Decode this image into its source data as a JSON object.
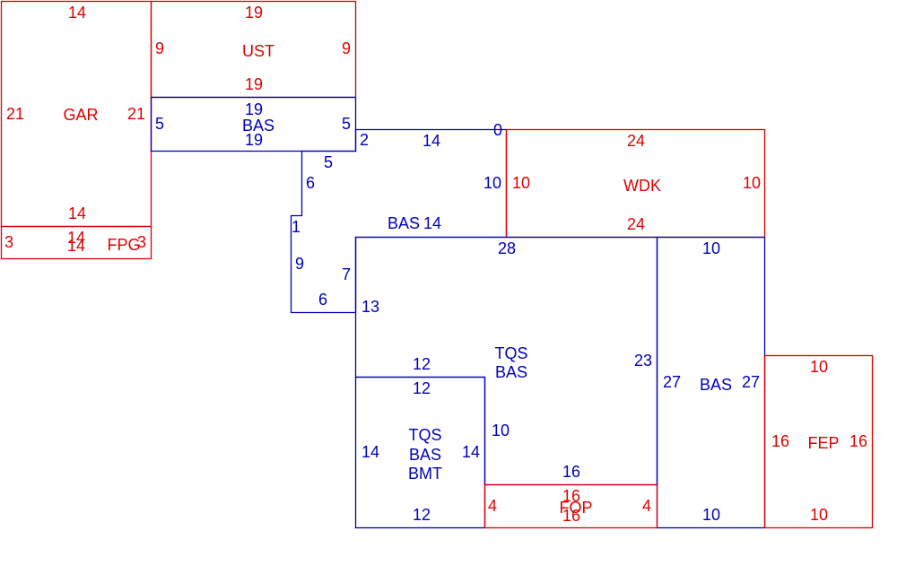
{
  "colors": {
    "red": "#dd0000",
    "blue": "#0000bb"
  },
  "areas": [
    {
      "id": "gar",
      "color": "red",
      "labels": [
        "GAR"
      ],
      "dims": [
        "14",
        "21",
        "21",
        "14"
      ]
    },
    {
      "id": "ust",
      "color": "red",
      "labels": [
        "UST"
      ],
      "dims": [
        "19",
        "9",
        "9",
        "19"
      ]
    },
    {
      "id": "fpg",
      "color": "red",
      "labels": [
        "FPG"
      ],
      "dims": [
        "3",
        "14",
        "14",
        "3"
      ]
    },
    {
      "id": "bas-top",
      "color": "blue",
      "labels": [
        "BAS"
      ],
      "dims": [
        "19",
        "5",
        "5",
        "19"
      ]
    },
    {
      "id": "bas-main",
      "color": "blue",
      "labels": [
        "BAS"
      ],
      "dims": [
        "2",
        "14",
        "0",
        "10",
        "5",
        "6",
        "1",
        "9",
        "7",
        "6",
        "13",
        "14",
        "28"
      ]
    },
    {
      "id": "wdk",
      "color": "red",
      "labels": [
        "WDK"
      ],
      "dims": [
        "24",
        "10",
        "10",
        "24"
      ]
    },
    {
      "id": "tqs-bas",
      "color": "blue",
      "labels": [
        "TQS",
        "BAS"
      ],
      "dims": [
        "12",
        "23",
        "10",
        "16"
      ]
    },
    {
      "id": "bas-right",
      "color": "blue",
      "labels": [
        "BAS"
      ],
      "dims": [
        "10",
        "27",
        "27",
        "10"
      ]
    },
    {
      "id": "tqs-bas-bmt",
      "color": "blue",
      "labels": [
        "TQS",
        "BAS",
        "BMT"
      ],
      "dims": [
        "12",
        "14",
        "14",
        "12"
      ]
    },
    {
      "id": "fop",
      "color": "red",
      "labels": [
        "FOP"
      ],
      "dims": [
        "16",
        "4",
        "4",
        "16"
      ]
    },
    {
      "id": "fep",
      "color": "red",
      "labels": [
        "FEP"
      ],
      "dims": [
        "10",
        "16",
        "16",
        "10"
      ]
    }
  ]
}
